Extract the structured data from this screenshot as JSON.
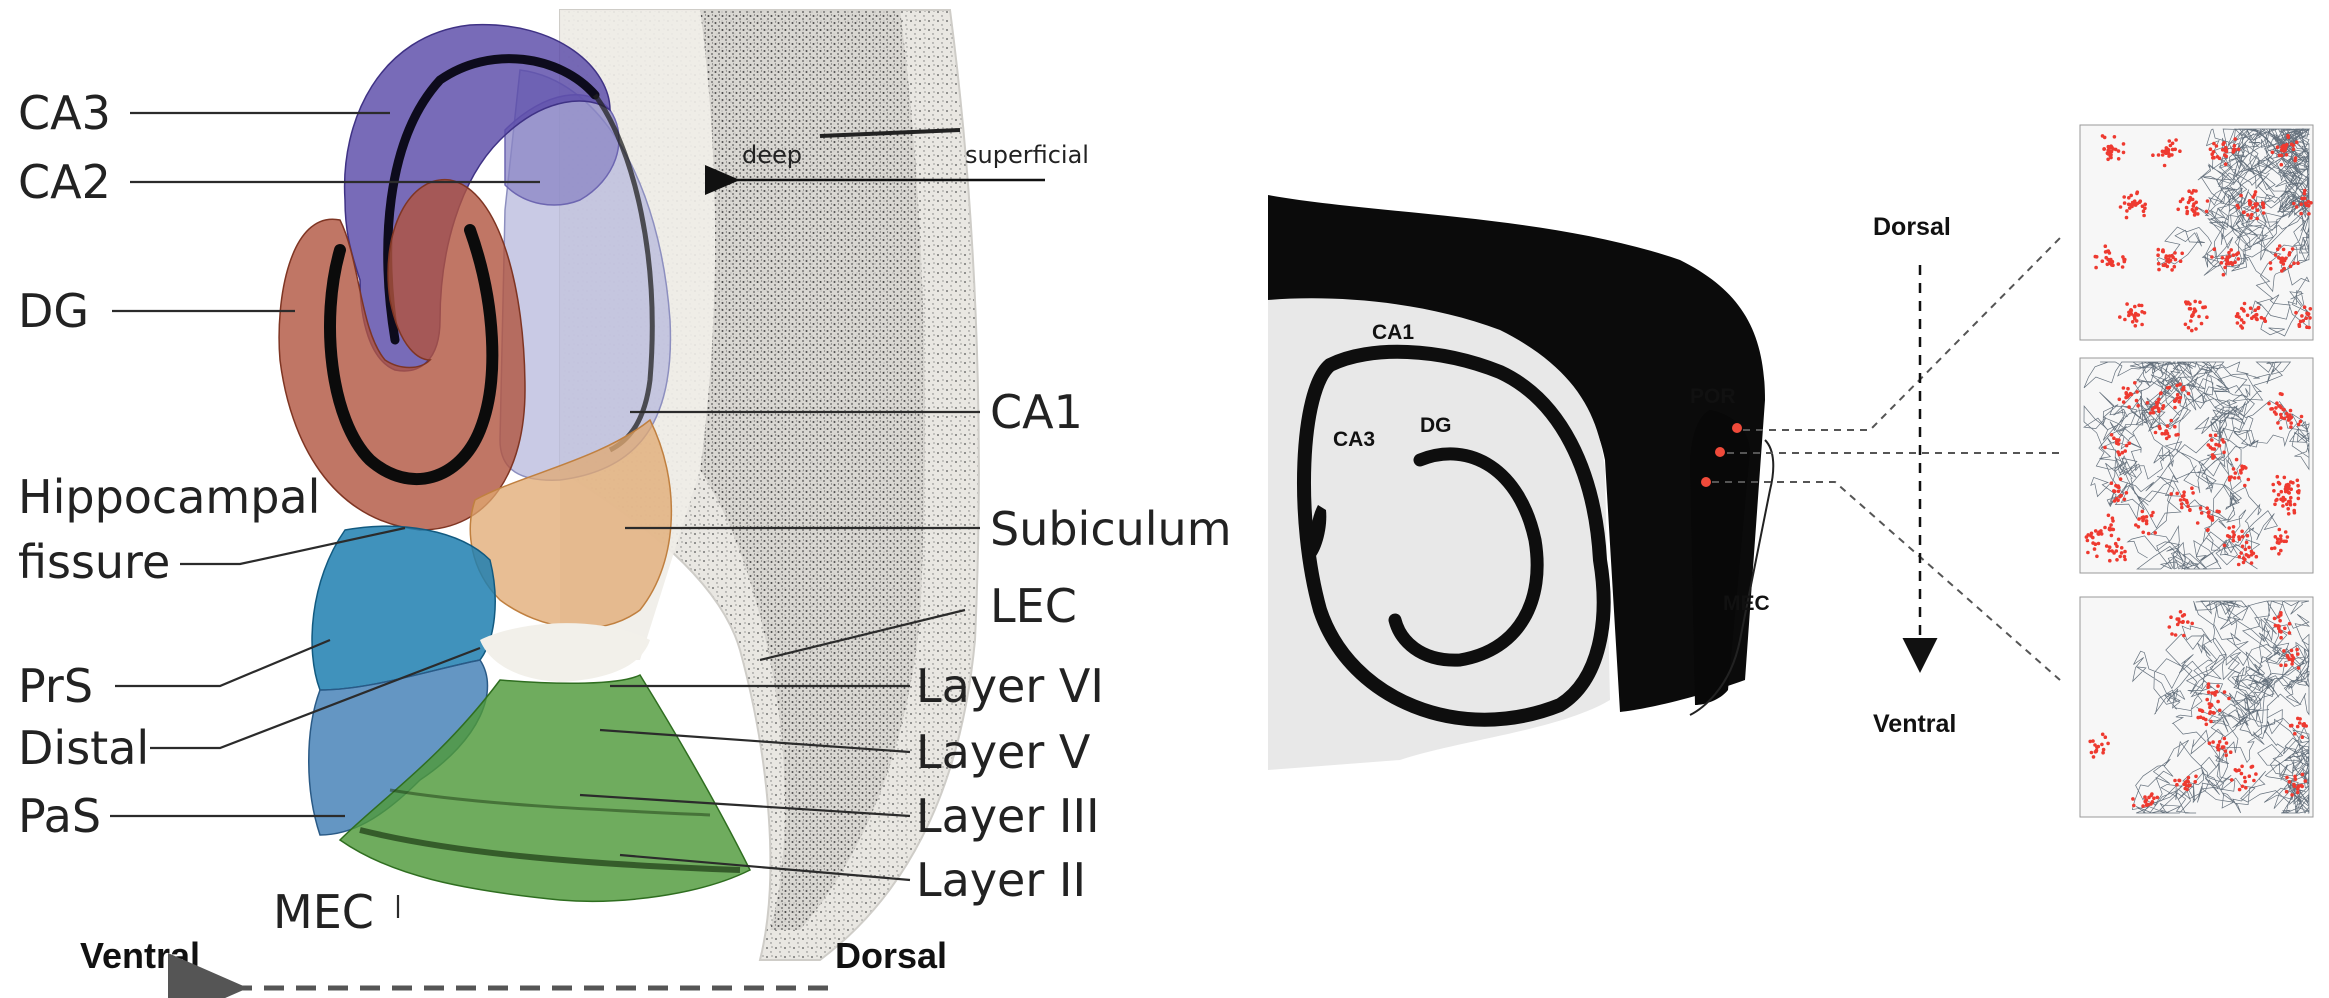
{
  "left_panel": {
    "labels": {
      "ca3": "CA3",
      "ca2": "CA2",
      "dg": "DG",
      "ca1": "CA1",
      "hippocampal_fissure_line1": "Hippocampal",
      "hippocampal_fissure_line2": "fissure",
      "subiculum": "Subiculum",
      "lec": "LEC",
      "prs": "PrS",
      "distal": "Distal",
      "pas": "PaS",
      "mec": "MEC",
      "layer_vi": "Layer VI",
      "layer_v": "Layer V",
      "layer_iii": "Layer III",
      "layer_ii": "Layer II",
      "deep": "deep",
      "superficial": "superficial"
    },
    "axis": {
      "left": "Ventral",
      "right": "Dorsal"
    },
    "region_colors": {
      "ca3": "#5a4aa8",
      "ca2": "#8a84c4",
      "dg": "#b0543e",
      "ca1": "#b7b8dc",
      "subiculum": "#e0a870",
      "prs": "#1e7fb0",
      "pas": "#3d7cb4",
      "mec": "#4f9a3a"
    }
  },
  "right_panel": {
    "labels": {
      "ca1": "CA1",
      "ca3": "CA3",
      "dg": "DG",
      "por": "POR",
      "mec": "MEC"
    },
    "axis": {
      "top": "Dorsal",
      "bottom": "Ventral"
    },
    "marker_color": "#f04a3a",
    "trajectory_color": "#4a5866",
    "spike_color": "#ee3a30"
  }
}
